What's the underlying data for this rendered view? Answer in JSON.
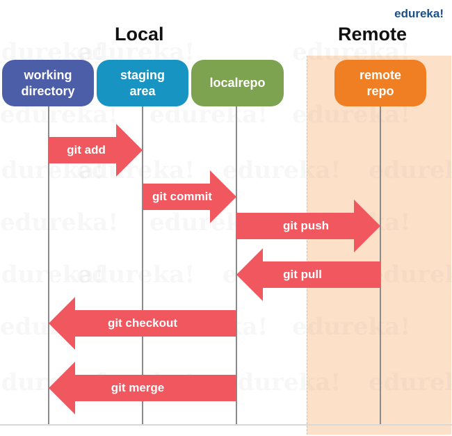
{
  "brand": "edureka!",
  "sections": {
    "local": "Local",
    "remote": "Remote"
  },
  "boxes": [
    {
      "id": "working",
      "line1": "working",
      "line2": "directory",
      "color": "#4d5ea9"
    },
    {
      "id": "staging",
      "line1": "staging",
      "line2": "area",
      "color": "#1794c2"
    },
    {
      "id": "localrepo",
      "line1": "localrepo",
      "line2": "",
      "color": "#7ea350"
    },
    {
      "id": "remote",
      "line1": "remote",
      "line2": "repo",
      "color": "#f07e22"
    }
  ],
  "arrows": [
    {
      "label": "git add",
      "from": "working",
      "to": "staging"
    },
    {
      "label": "git commit",
      "from": "staging",
      "to": "localrepo"
    },
    {
      "label": "git push",
      "from": "localrepo",
      "to": "remote"
    },
    {
      "label": "git pull",
      "from": "remote",
      "to": "localrepo"
    },
    {
      "label": "git checkout",
      "from": "localrepo",
      "to": "working"
    },
    {
      "label": "git merge",
      "from": "localrepo",
      "to": "working"
    }
  ],
  "colors": {
    "arrow": "#f0575f",
    "remote_panel": "#fde0c8",
    "brand": "#1b4f86"
  },
  "watermark": "edureka!"
}
